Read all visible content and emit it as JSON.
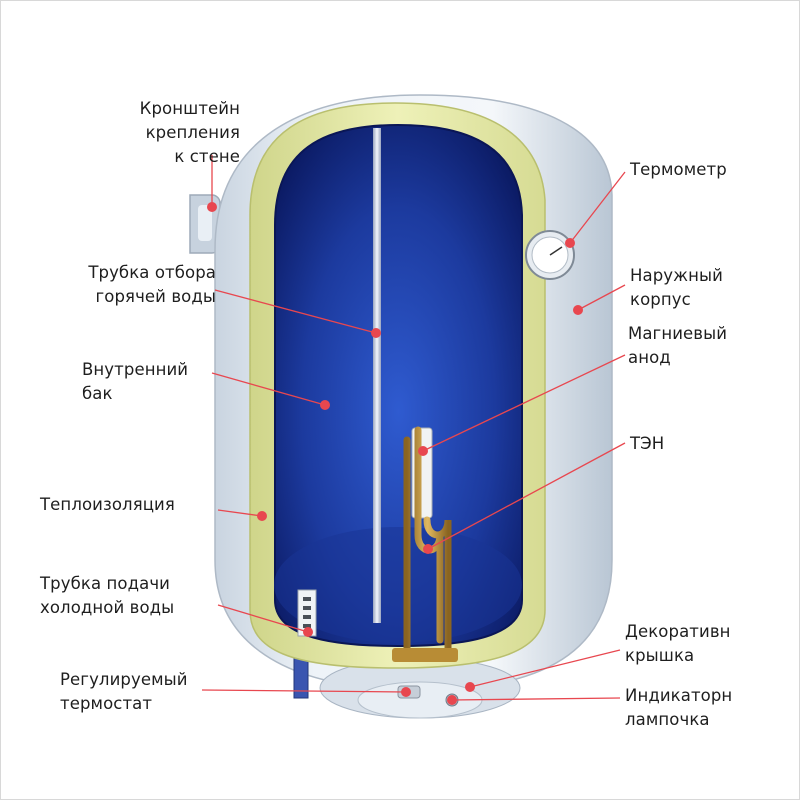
{
  "labels": {
    "bracket": "Кронштейн\nкрепления\nк стене",
    "hot_pipe": "Трубка отбора\nгорячей воды",
    "inner_tank": "Внутренний\nбак",
    "insulation": "Теплоизоляция",
    "cold_pipe": "Трубка подачи\nхолодной воды",
    "thermostat": "Регулируемый\nтермостат",
    "thermometer": "Термометр",
    "outer_case": "Наружный\nкорпус",
    "anode": "Магниевый\nанод",
    "heater": "ТЭН",
    "cover": "Декоративн\nкрышка",
    "indicator": "Индикаторн\nлампочка"
  },
  "colors": {
    "leader": "#e8474f",
    "tank_inner": "#1f3fa6",
    "tank_dark": "#0d1f6e",
    "insulation": "#e7eba7",
    "shell": "#dfe6ef",
    "heating_element": "#c89a3c"
  }
}
